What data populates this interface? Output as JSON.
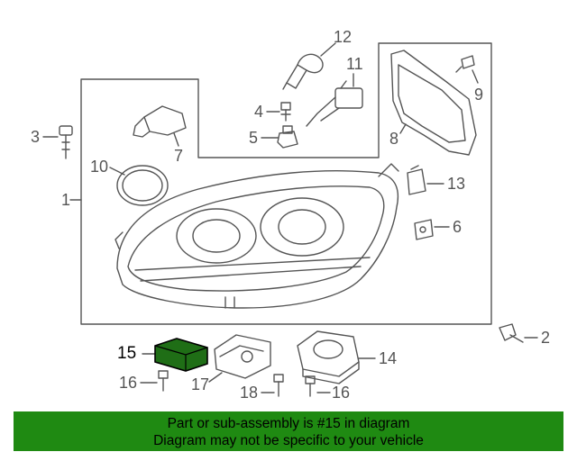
{
  "callouts": {
    "c1": "1",
    "c2": "2",
    "c3": "3",
    "c4": "4",
    "c5": "5",
    "c6": "6",
    "c7": "7",
    "c8": "8",
    "c9": "9",
    "c10": "10",
    "c11": "11",
    "c12": "12",
    "c13": "13",
    "c14": "14",
    "c15": "15",
    "c16a": "16",
    "c16b": "16",
    "c17": "17",
    "c18": "18"
  },
  "highlighted_part": "15",
  "colors": {
    "banner": "#1f8a12",
    "highlight": "#1f6e16",
    "line": "#555555"
  },
  "banner": {
    "line1": "Part or sub-assembly is #15 in diagram",
    "line2": "Diagram may not be specific to your vehicle"
  }
}
